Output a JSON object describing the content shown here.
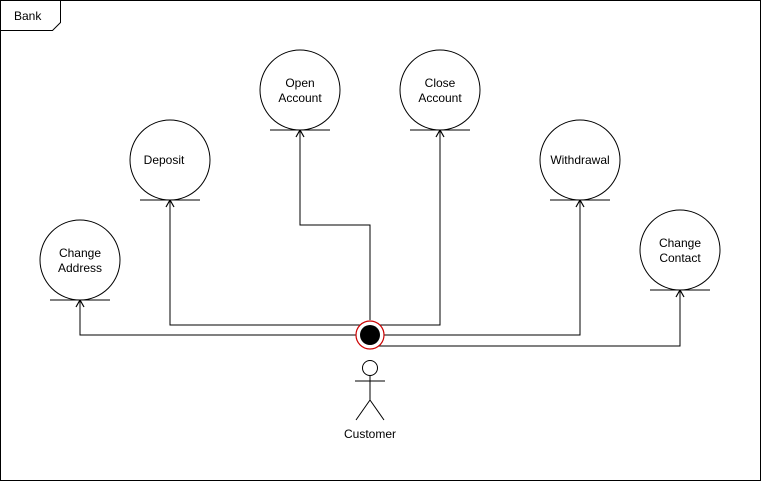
{
  "frame": {
    "label": "Bank"
  },
  "entities": {
    "change_address": [
      "Change",
      "Address"
    ],
    "deposit": [
      "Deposit"
    ],
    "open_account": [
      "Open",
      "Account"
    ],
    "close_account": [
      "Close",
      "Account"
    ],
    "withdrawal": [
      "Withdrawal"
    ],
    "change_contact": [
      "Change",
      "Contact"
    ]
  },
  "actor": {
    "label": "Customer"
  },
  "colors": {
    "stroke": "#000000",
    "accent": "#cc0000",
    "background": "#ffffff"
  }
}
